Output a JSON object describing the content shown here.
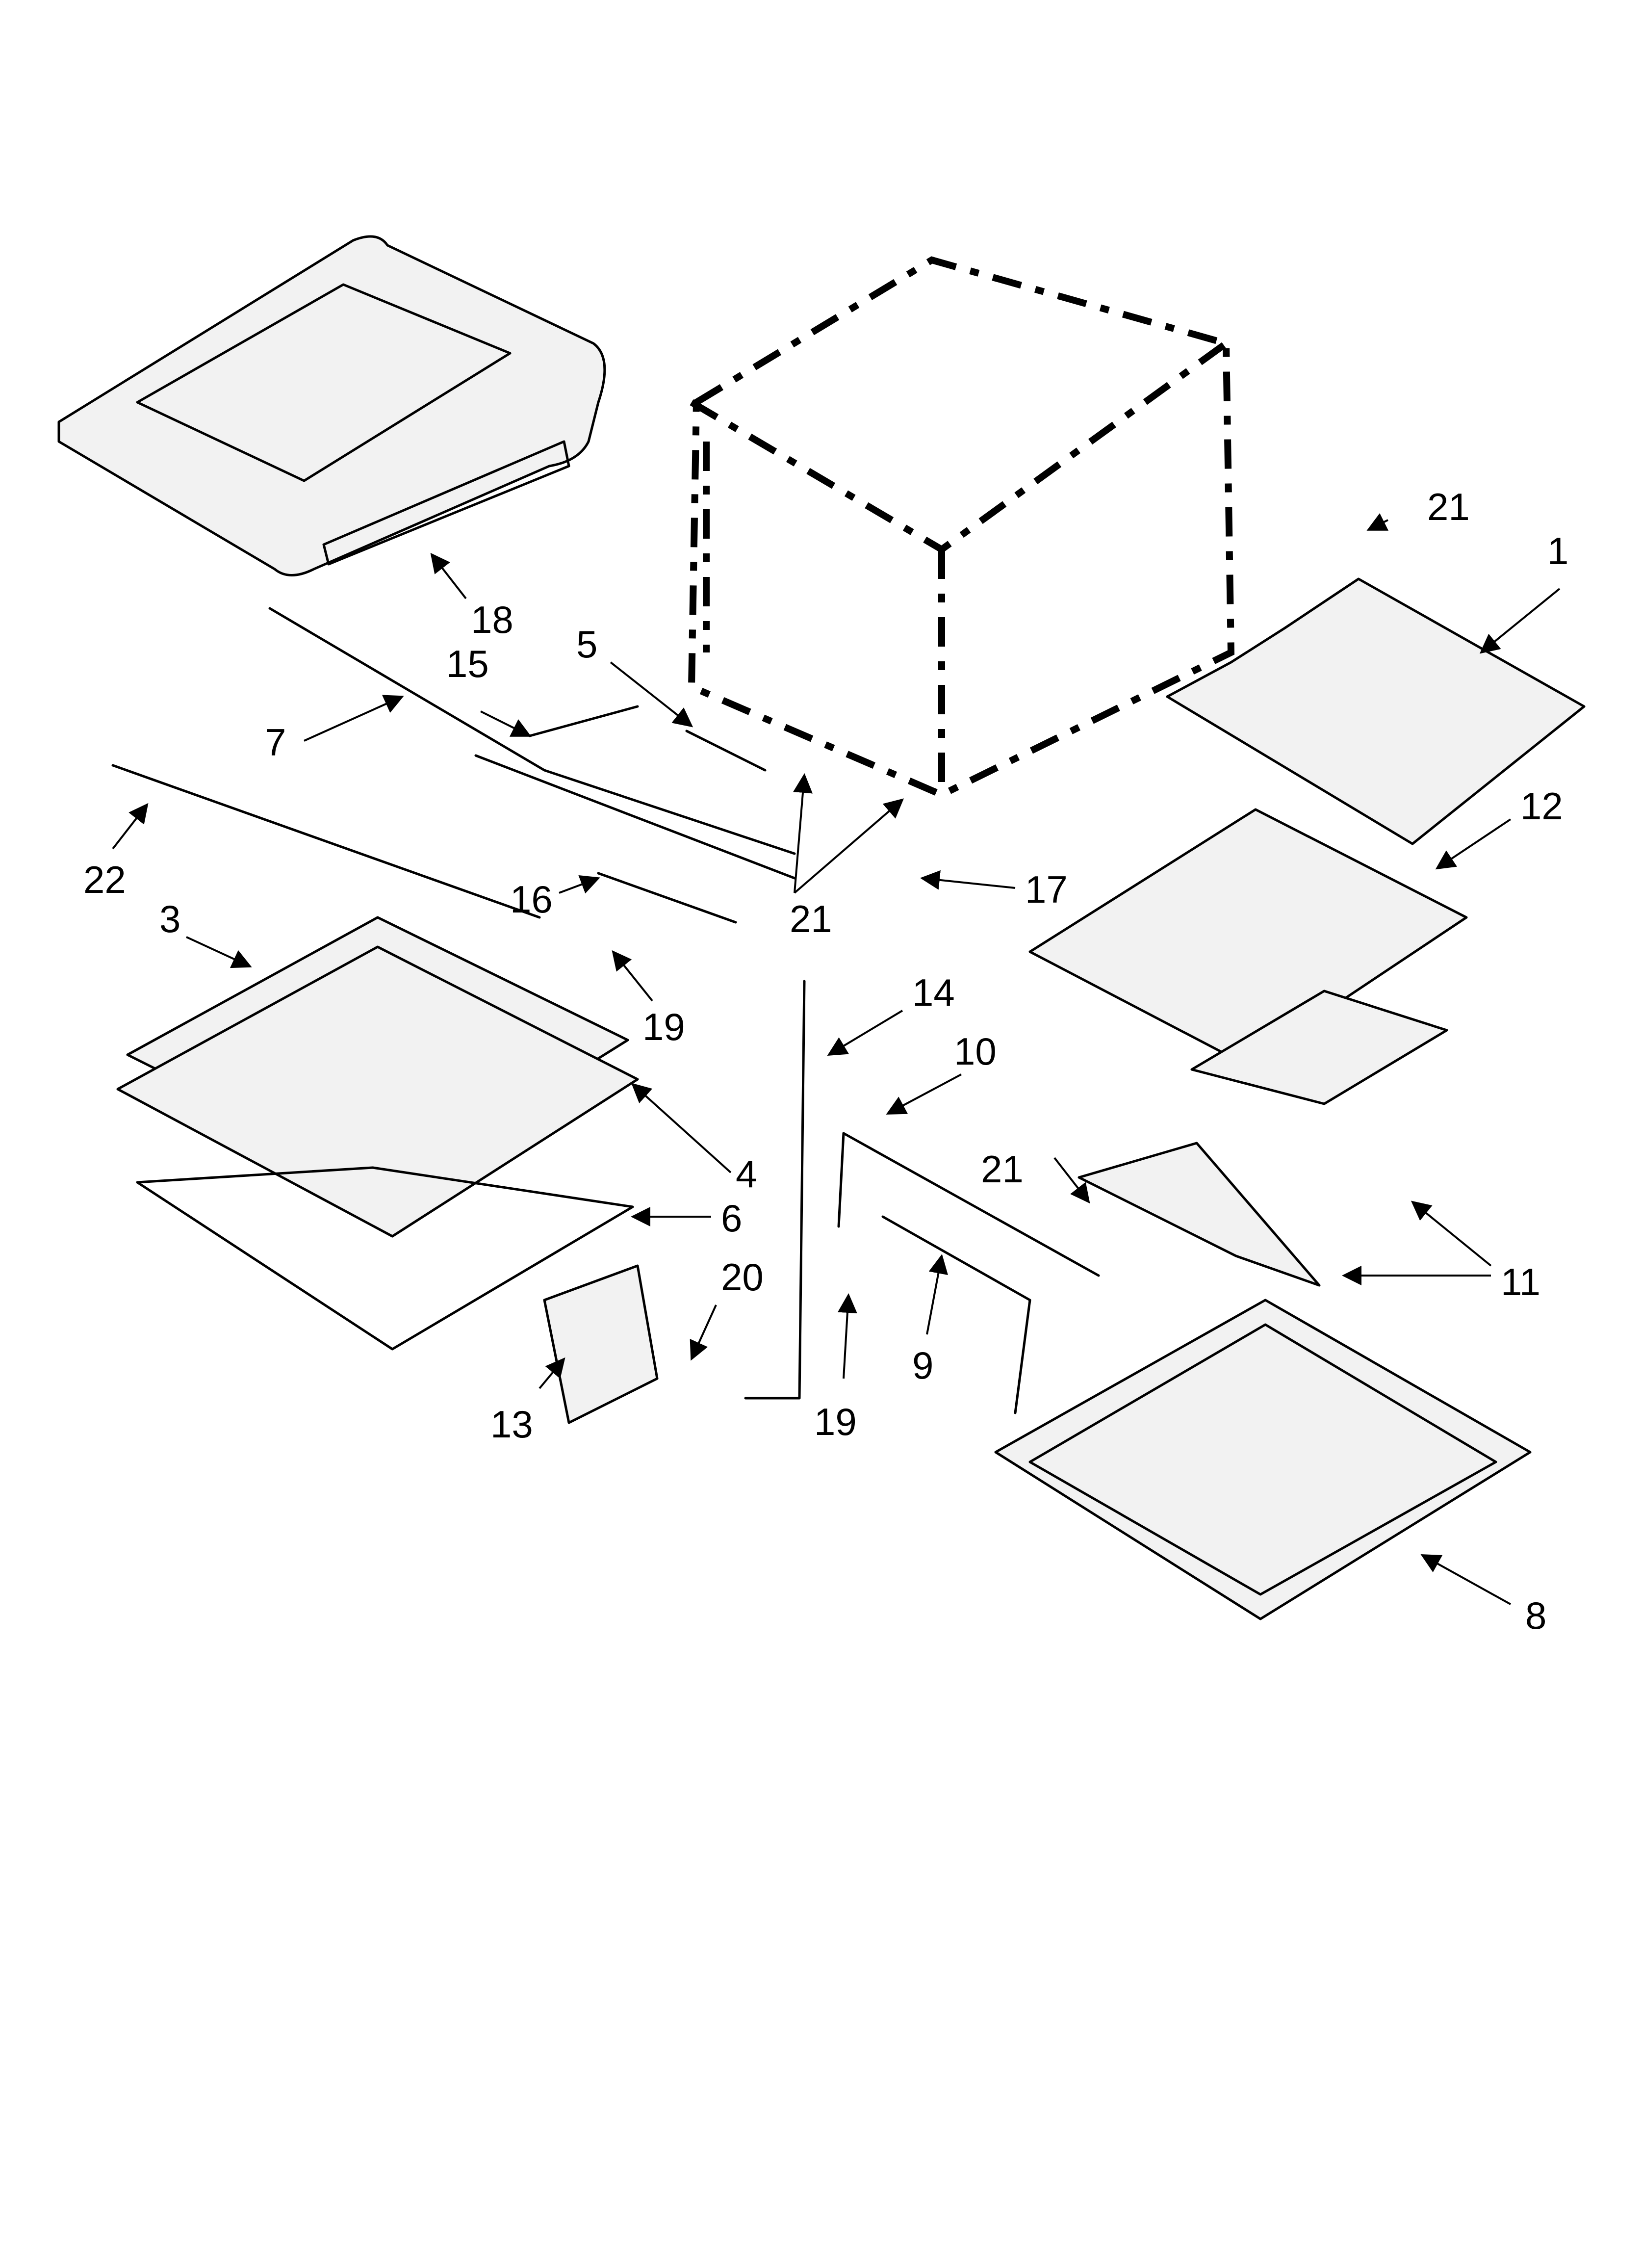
{
  "diagram": {
    "callouts": [
      {
        "id": "c1",
        "label": "1"
      },
      {
        "id": "c3",
        "label": "3"
      },
      {
        "id": "c4",
        "label": "4"
      },
      {
        "id": "c5",
        "label": "5"
      },
      {
        "id": "c6",
        "label": "6"
      },
      {
        "id": "c7",
        "label": "7"
      },
      {
        "id": "c8",
        "label": "8"
      },
      {
        "id": "c9",
        "label": "9"
      },
      {
        "id": "c10",
        "label": "10"
      },
      {
        "id": "c11",
        "label": "11"
      },
      {
        "id": "c12",
        "label": "12"
      },
      {
        "id": "c13",
        "label": "13"
      },
      {
        "id": "c14",
        "label": "14"
      },
      {
        "id": "c15",
        "label": "15"
      },
      {
        "id": "c16",
        "label": "16"
      },
      {
        "id": "c17",
        "label": "17"
      },
      {
        "id": "c18",
        "label": "18"
      },
      {
        "id": "c19a",
        "label": "19"
      },
      {
        "id": "c19b",
        "label": "19"
      },
      {
        "id": "c20",
        "label": "20"
      },
      {
        "id": "c21a",
        "label": "21"
      },
      {
        "id": "c21b",
        "label": "21"
      },
      {
        "id": "c21c",
        "label": "21"
      },
      {
        "id": "c22",
        "label": "22"
      }
    ]
  }
}
